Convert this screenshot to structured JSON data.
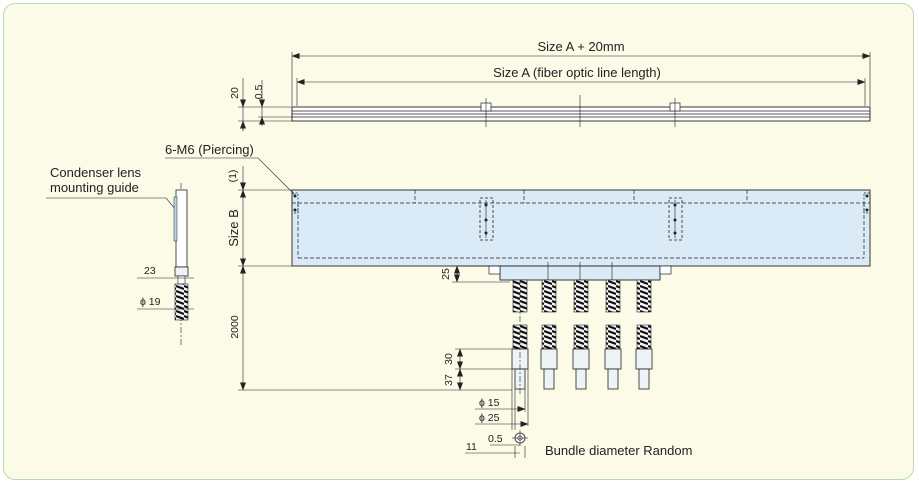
{
  "labels": {
    "size_a_plus": "Size A + 20mm",
    "size_a": "Size A (fiber optic line length)",
    "dim_20": "20",
    "dim_05_top": "0.5",
    "piercing": "6-M6 (Piercing)",
    "condenser_line1": "Condenser lens",
    "condenser_line2": "mounting guide",
    "dim_1": "(1)",
    "size_b": "Size B",
    "dim_25": "25",
    "dim_23": "23",
    "dim_phi19": "ϕ 19",
    "dim_2000": "2000",
    "dim_30": "30",
    "dim_37": "37",
    "dim_phi15": "ϕ 15",
    "dim_phi25": "ϕ 25",
    "dim_05_bottom": "0.5",
    "dim_11": "11",
    "bundle": "Bundle diameter Random"
  },
  "colors": {
    "frame_bg": "#fbfbe8",
    "frame_border": "#b9dab0",
    "body_fill": "#dbeaf7",
    "line": "#222222"
  }
}
